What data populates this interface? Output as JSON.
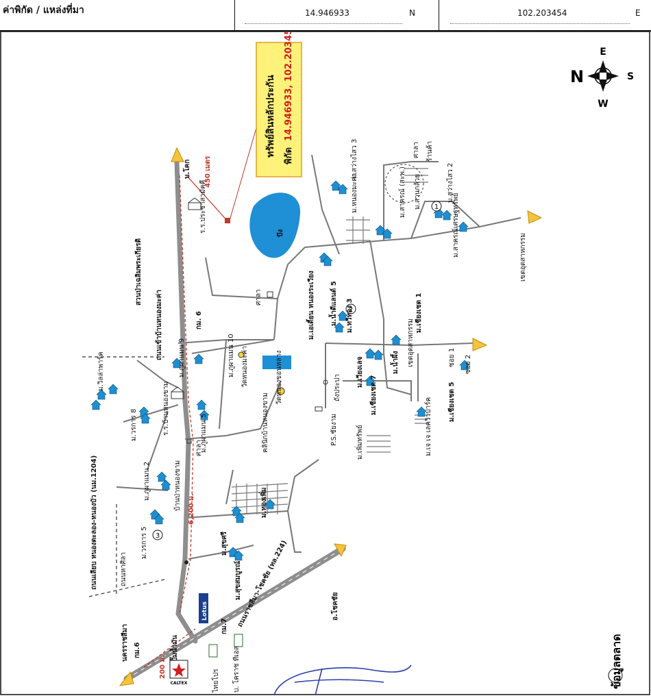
{
  "header": {
    "label": "ค่าพิกัด / แหล่งที่มา",
    "lat_value": "14.946933",
    "lat_suffix": "N",
    "lon_value": "102.203454",
    "lon_suffix": "E"
  },
  "compass": {
    "north": "N",
    "east": "E",
    "south": "S",
    "west": "W"
  },
  "callout": {
    "title": "ทรัพย์สินหลักประกัน",
    "coord_prefix": "พิกัด",
    "coord_value": "14.946933, 102.203454"
  },
  "labels": {
    "distance_450": "450 เมตร",
    "distance_6200": "6,200 ม.",
    "distance_200": "200 ม.",
    "ban_khok": "บ.โคก",
    "school_prachasan": "ร.ร.ประชาสามัคคี",
    "chaloem_phrakiat": "สวนป่าเฉลิมพระเกียรติ",
    "khet_ban_nong_makha": "ถนนเข้าบ้านหนองมะค่า",
    "km6_top": "กม. 6",
    "sala_top": "ศาลา",
    "bueng": "บึง",
    "m_nong_makha": "ม.หนองมะค่า",
    "m_sa_wiang_3": "ม.สว่างไสว 3",
    "m_sakhon": "ม.สาครณ์ (สะพ.)",
    "m_suan_kluai": "ม.สวนกล้วย",
    "m_sa_wiang_2": "ม.สว่างไสว 2",
    "m_sakon_sap": "ม.สาครณ์เศรษฐทรัพย์",
    "khet_it": "เขตอุตสาหกรรม",
    "khet_it_2": "เขตอุตสาหกรรม",
    "sala_right": "ศาลา",
    "ban_ta": "ร้านค้า",
    "m_ekmai": "ม.เอเดี้ยน หนองระเวียง",
    "m_num_5": "ม.น้ำดีแลนด์ 5",
    "m_thip_3": "ม.ทวีทอง 3",
    "m_chiang_1": "ม.เชียงเชต 1",
    "m_na_phai": "ม.น้ำผึ้ง",
    "m_chiang_7": "ม.เชียงเชต 7",
    "m_wiang_lae": "ม.เวียงเลจ",
    "m_chiang_5": "ม.เชียงเชต 5",
    "soi_1": "ซอย 1",
    "soi_2": "ซอย 2",
    "m_jj": "ม.เจ เจ เลควิวปาร์ค",
    "m_phon_sap": "ม.เพิ่มทรัพย์",
    "ps_star": "P.S.ชัยงาม",
    "khwan": "ถังประปา",
    "wat_nong_kha": "วัดหนองมะค่า",
    "wat_nong_kha_2": "วัดหนองขอนหลาง",
    "khlinik": "คลินิกบ้านหนองขาม",
    "m_phuk_10": "ม.ภูผาแมน 10",
    "m_phuk_9": "ม.ภูผาแมน 9",
    "m_phuk_5": "ม.ภูผาแมน 5",
    "m_phuk_2": "ม.ภูผาแมน 2",
    "school_ban": "ร.ร.บ้านหนองขาม",
    "m_wila": "ม.วิลล่าพาร์ค",
    "m_wara_8": "ม.วรการ 8",
    "m_wara_5": "ม.วรการ 5",
    "sala_mid": "ศาลา",
    "ban_nong_kham_road": "บ้านป่าหนองขาม",
    "thanon_nong_kha_long": "ถนนเลียบ หนองตะลอง-หนองบัว (นม.1204)",
    "thanon_kham_thin": "ถนนหาศิลา",
    "m_sukri": "ม.สุขศรี",
    "m_sukka": "ม.สุขสมบูรณ์",
    "m_lek_phon": "ม.ทองเพิ่ม",
    "thanon_ratchasima": "ถนนราชสีมา-โชคชัย (ทล.224)",
    "a_chokchai": "อ.โชคชัย",
    "km7": "กม.7",
    "km6_bottom": "กม.6",
    "lotus": "Lotus",
    "pakchon": "ปั๊มน้ำมัน",
    "caltex": "CALTEX",
    "nakhon_ratchasima": "นครราชสีมา",
    "thai_pro": "ไทยโปร",
    "b_khorat_ts": "บ. โคราช ทีเอส",
    "map_info": "ข้อมูลตลาด",
    "marker_1": "1",
    "marker_2": "2",
    "marker_3": "3"
  },
  "colors": {
    "road_main": "#8e8e8e",
    "road_minor": "#777777",
    "water": "#1f8fd6",
    "house": "#1e8fd0",
    "arrow": "#f4c43a",
    "arrow_stroke": "#c58a10",
    "callout_bg": "#fff27a",
    "callout_border": "#e0a020",
    "callout_text_red": "#d21e1e",
    "route": "#c0392b"
  }
}
